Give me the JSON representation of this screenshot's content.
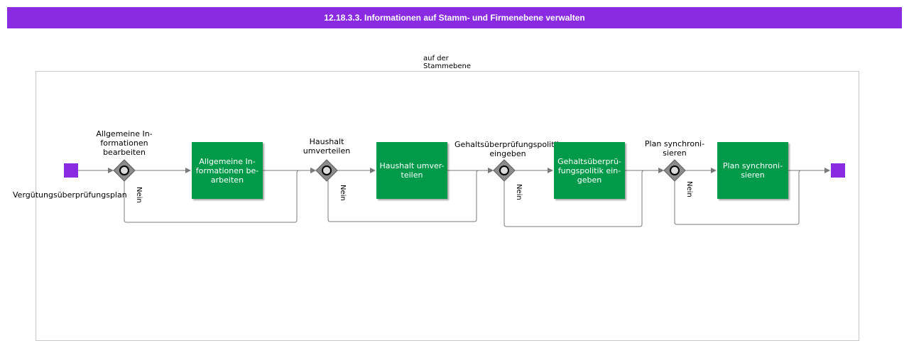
{
  "header": {
    "title": "12.18.3.3. Informationen auf Stamm- und Firmenebene verwalten"
  },
  "pool": {
    "label_line1": "auf der",
    "label_line2": "Stammebene"
  },
  "start_event": {
    "label": "Vergütungsüberprüfungsplan"
  },
  "gateways": [
    {
      "line1": "Allgemeine In-",
      "line2": "formationen",
      "line3": "bearbeiten",
      "no_label": "Nein"
    },
    {
      "line1": "Haushalt",
      "line2": "umverteilen",
      "no_label": "Nein"
    },
    {
      "line1": "Gehaltsüberprüfungspolitik",
      "line2": "eingeben",
      "no_label": "Nein"
    },
    {
      "line1": "Plan synchroni-",
      "line2": "sieren",
      "no_label": "Nein"
    }
  ],
  "tasks": [
    {
      "line1": "Allgemeine In-",
      "line2": "formationen be-",
      "line3": "arbeiten"
    },
    {
      "line1": "Haushalt umver-",
      "line2": "teilen"
    },
    {
      "line1": "Gehaltsüberprü-",
      "line2": "fungspolitik ein-",
      "line3": "geben"
    },
    {
      "line1": "Plan synchroni-",
      "line2": "sieren"
    }
  ],
  "colors": {
    "header": "#8a2be2",
    "task": "#009a4a",
    "event": "#8a2be2",
    "gateway": "#8c8c8c",
    "connector": "#7a7a7a"
  }
}
